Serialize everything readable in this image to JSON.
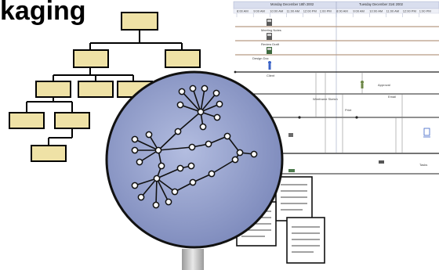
{
  "title": "kaging",
  "timeline": {
    "day_headers": [
      "Monday December 18th 2002",
      "Tuesday December 31st 2002"
    ],
    "time_ticks": [
      "8:00 AM",
      "9:00 AM",
      "10:00 AM",
      "11:00 AM",
      "12:00 PM",
      "1:00 PM",
      "8:00 AM",
      "9:00 AM",
      "10:00 AM",
      "11:00 AM",
      "12:00 PM",
      "1:00 PM"
    ],
    "labels": [
      "Meeting Notes",
      "Review Draft",
      "Design Doc",
      "Wireframe Sketch",
      "Client",
      "Approval",
      "Email",
      "Print",
      "Tasks"
    ]
  },
  "colors": {
    "circle_fill_center": "#a7b3d8",
    "circle_fill_edge": "#7e8bbd",
    "org_box": "#efe2a6",
    "timeline_line_brown": "#b89b84",
    "timeline_line_dark": "#222222"
  }
}
